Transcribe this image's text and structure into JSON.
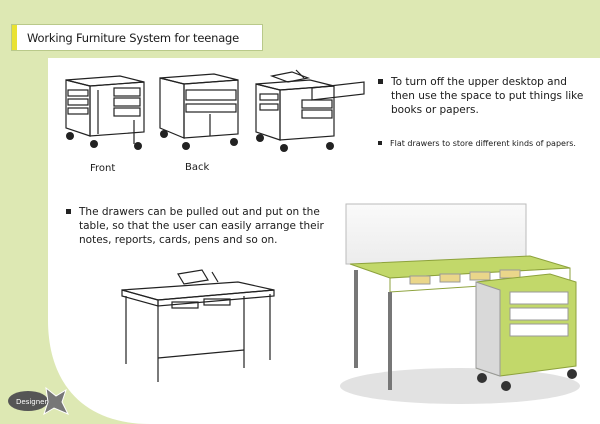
{
  "header": {
    "title": "Working Furniture System for teenage"
  },
  "views": {
    "front_label": "Front",
    "back_label": "Back"
  },
  "bullets": {
    "desktop": "To turn off the upper desktop and then use the space to put things like books or papers.",
    "flat_drawers": "Flat drawers to store different kinds of papers.",
    "drawers_table": "The drawers can be pulled out and put on the table, so that the user can easily arrange their notes, reports, cards, pens and so on."
  },
  "logo": {
    "text": "Designer"
  },
  "colors": {
    "background_green": "#dde8b3",
    "accent_yellow": "#e9e233",
    "desk_green": "#c2d86a"
  }
}
